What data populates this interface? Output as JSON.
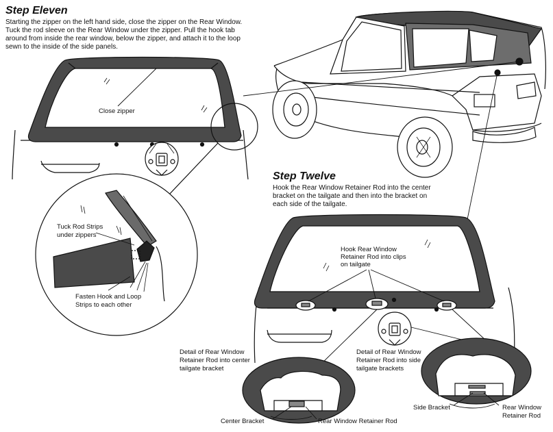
{
  "step_eleven": {
    "title": "Step Eleven",
    "lines": [
      "Starting the zipper on the left hand side, close the zipper on the Rear Window.",
      "Tuck the rod sleeve on the Rear Window under the zipper. Pull the hook tab",
      "around from inside the rear window, below the zipper, and attach it to the loop",
      "sewn to the inside of the side panels."
    ],
    "callouts": {
      "close_zipper": "Close zipper",
      "tuck_rod": [
        "Tuck Rod Strips",
        "under zippers"
      ],
      "fasten_hook": [
        "Fasten Hook and Loop",
        "Strips to each other"
      ]
    }
  },
  "step_twelve": {
    "title": "Step Twelve",
    "lines": [
      "Hook the Rear Window Retainer Rod into the center",
      "bracket on the tailgate and then into the bracket on",
      "each side of the tailgate."
    ],
    "callouts": {
      "hook_clips": [
        "Hook Rear Window",
        "Retainer Rod into clips",
        "on tailgate"
      ],
      "detail_center": [
        "Detail of Rear Window",
        "Retainer Rod into center",
        "tailgate bracket"
      ],
      "detail_side": [
        "Detail of Rear Window",
        "Retainer Rod into side",
        "tailgate brackets"
      ],
      "center_bracket": "Center Bracket",
      "retainer_rod": "Rear Window Retainer Rod",
      "side_bracket": "Side Bracket",
      "retainer_rod_right": [
        "Rear Window",
        "Retainer Rod"
      ]
    }
  },
  "colors": {
    "top_fabric": "#4a4a4a",
    "ink": "#111111",
    "paper": "#ffffff"
  }
}
